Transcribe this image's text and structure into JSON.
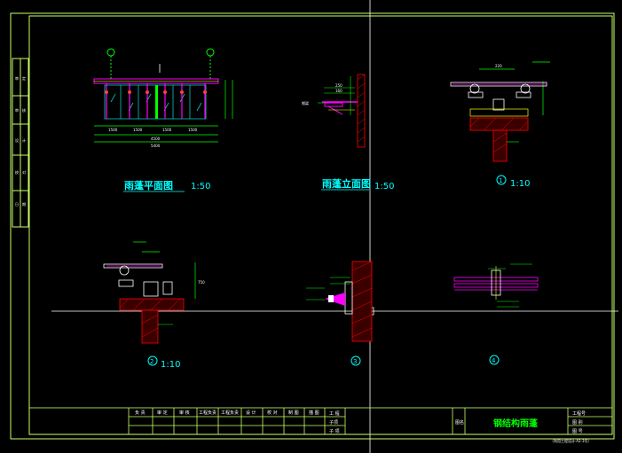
{
  "colors": {
    "background": "#000000",
    "border": "#c8ff64",
    "geometry_green": "#00ff00",
    "geometry_magenta": "#ff00ff",
    "glass_cyan": "#00c8c8",
    "text_cyan": "#00ffff",
    "hatch_red": "#ff0000",
    "bracket_yellow": "#ffff00",
    "crosshair": "#ffffff"
  },
  "views": {
    "plan": {
      "title": "雨蓬平面图",
      "scale": "1:50"
    },
    "elevation": {
      "title": "雨蓬立面图",
      "scale": "1:50"
    },
    "detail1": {
      "marker": "1",
      "scale": "1:10"
    },
    "detail2": {
      "marker": "2",
      "scale": "1:10"
    },
    "detail3": {
      "marker": "3"
    },
    "detail4": {
      "marker": "4"
    }
  },
  "title_block": {
    "drawing_title": "钢结构雨蓬",
    "header_cells": [
      "负 责",
      "审 定",
      "审 核",
      "工程负责",
      "工程负责",
      "设 计",
      "校 对",
      "制 图",
      "描 图"
    ],
    "mid_cells": [
      "工 程",
      "子项",
      "子 项"
    ],
    "right_cells": [
      "工程号",
      "图 别",
      "图 号"
    ],
    "footer": "（利用工程设计·A2-3号）",
    "side_label": "图名"
  }
}
